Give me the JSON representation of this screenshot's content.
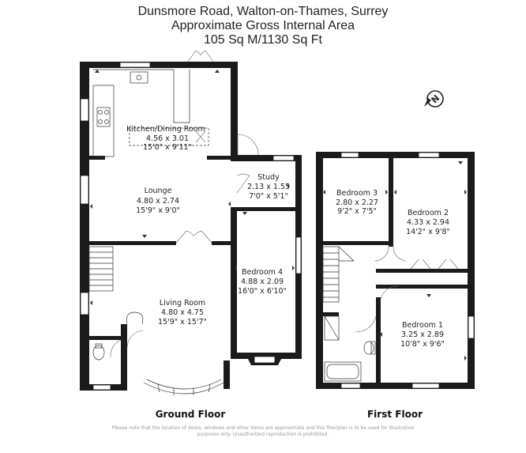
{
  "header": {
    "line1": "Dunsmore Road, Walton-on-Thames, Surrey",
    "line2": "Approximate Gross Internal Area",
    "line3": "105 Sq M/1130 Sq Ft"
  },
  "compass": {
    "letter": "N",
    "icon": "compass-north-icon"
  },
  "ground_floor": {
    "label": "Ground Floor",
    "rooms": [
      {
        "name": "Kitchen/Dining Room",
        "metric": "4.56 x 3.01",
        "imperial": "15'0\" x 9'11\""
      },
      {
        "name": "Lounge",
        "metric": "4.80 x 2.74",
        "imperial": "15'9\" x 9'0\""
      },
      {
        "name": "Study",
        "metric": "2.13 x 1.55",
        "imperial": "7'0\" x 5'1\""
      },
      {
        "name": "Bedroom 4",
        "metric": "4.88 x 2.09",
        "imperial": "16'0\" x 6'10\""
      },
      {
        "name": "Living Room",
        "metric": "4.80 x 4.75",
        "imperial": "15'9\" x 15'7\""
      }
    ]
  },
  "first_floor": {
    "label": "First Floor",
    "rooms": [
      {
        "name": "Bedroom 3",
        "metric": "2.80 x 2.27",
        "imperial": "9'2\" x 7'5\""
      },
      {
        "name": "Bedroom 2",
        "metric": "4.33 x 2.94",
        "imperial": "14'2\" x 9'8\""
      },
      {
        "name": "Bedroom 1",
        "metric": "3.25 x 2.89",
        "imperial": "10'8\" x 9'6\""
      }
    ]
  },
  "disclaimer": {
    "line1": "Please note that the location of doors, windows and other items are approximate and this floorplan is to be used for illustrative",
    "line2": "purposes only. Unauthorized reproduction is prohibited."
  }
}
